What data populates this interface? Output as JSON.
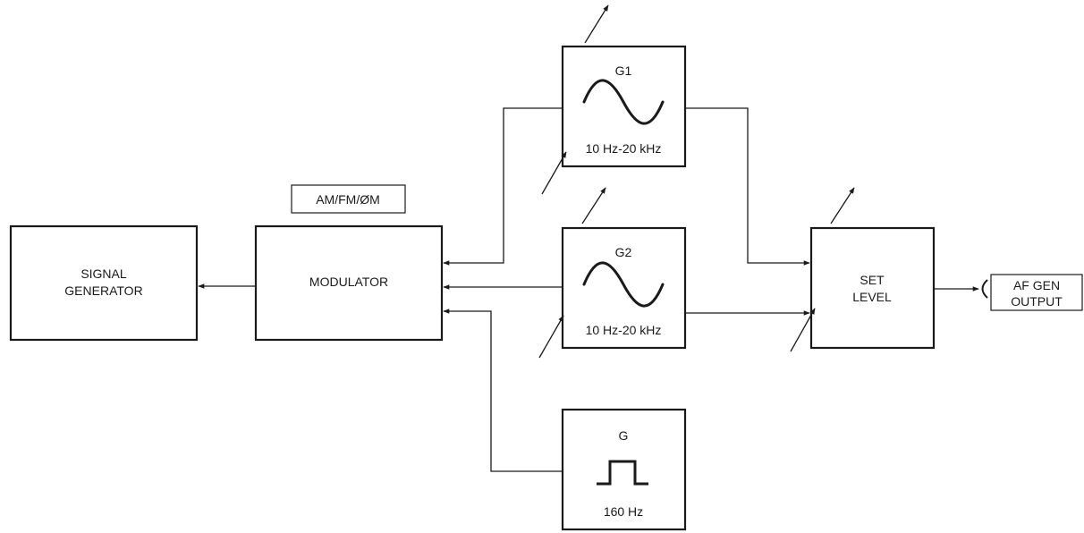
{
  "blocks": {
    "signal_generator": {
      "line1": "SIGNAL",
      "line2": "GENERATOR"
    },
    "modulator": {
      "label": "MODULATOR"
    },
    "modulation_tag": {
      "label": "AM/FM/ØM"
    },
    "g1": {
      "name": "G1",
      "range": "10 Hz-20 kHz",
      "waveform": "sine-wave-icon"
    },
    "g2": {
      "name": "G2",
      "range": "10 Hz-20 kHz",
      "waveform": "sine-wave-icon"
    },
    "g": {
      "name": "G",
      "freq": "160 Hz",
      "waveform": "pulse-icon"
    },
    "set_level": {
      "line1": "SET",
      "line2": "LEVEL"
    },
    "output": {
      "line1": "AF GEN",
      "line2": "OUTPUT"
    }
  }
}
